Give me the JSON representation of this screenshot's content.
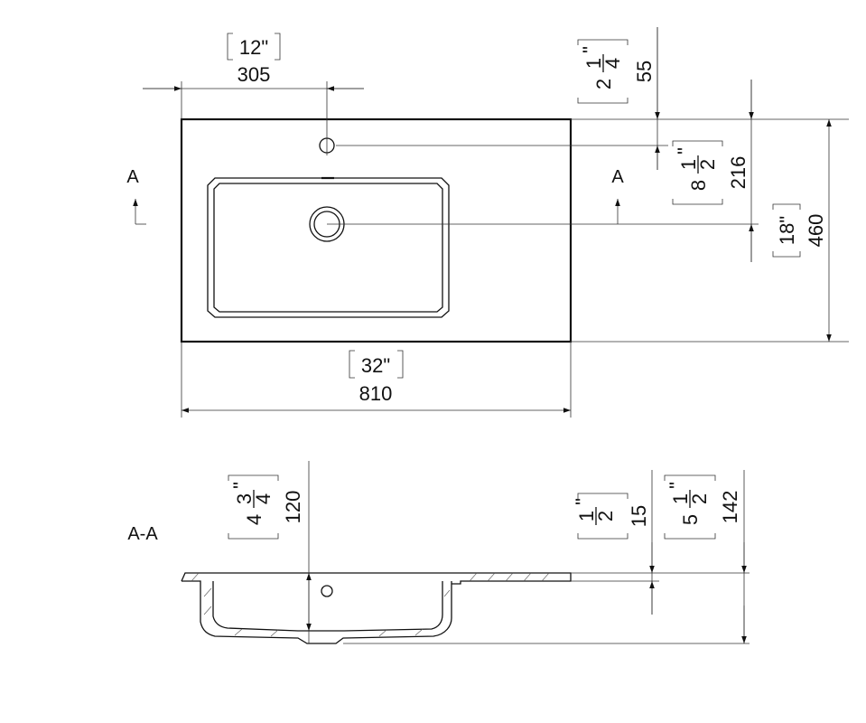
{
  "plan": {
    "width_mm": "810",
    "width_in": "32\"",
    "tap_offset_mm": "305",
    "tap_offset_in": "12\"",
    "depth_mm": "460",
    "depth_in": "18\"",
    "tap_from_back_mm": "55",
    "tap_from_back_in": {
      "whole": "2",
      "num": "1",
      "den": "4",
      "mark": "\""
    },
    "drain_from_back_mm": "216",
    "drain_from_back_in": {
      "whole": "8",
      "num": "1",
      "den": "2",
      "mark": "\""
    },
    "section_mark_left": "A",
    "section_mark_right": "A"
  },
  "section": {
    "label": "A-A",
    "bowl_depth_mm": "120",
    "bowl_depth_in": {
      "whole": "4",
      "num": "3",
      "den": "4",
      "mark": "\""
    },
    "top_thickness_mm": "15",
    "top_thickness_in": {
      "whole": "",
      "num": "1",
      "den": "2",
      "mark": "\""
    },
    "total_height_mm": "142",
    "total_height_in": {
      "whole": "5",
      "num": "1",
      "den": "2",
      "mark": "\""
    }
  }
}
